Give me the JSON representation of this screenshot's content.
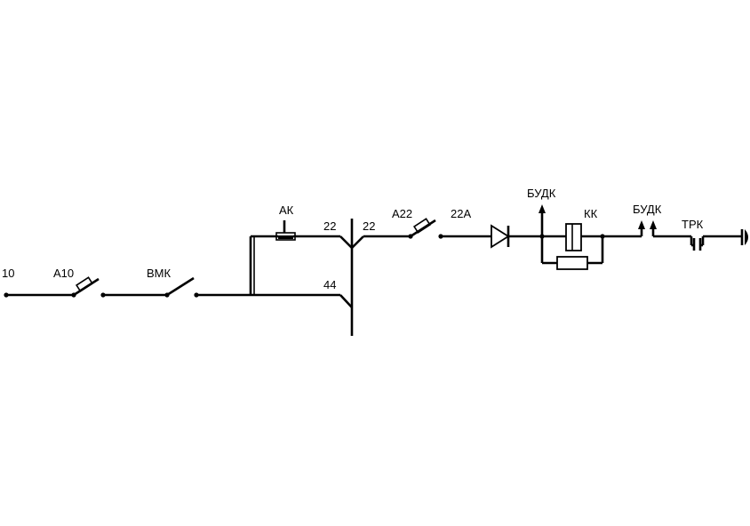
{
  "diagram": {
    "labels": {
      "wire_10": "10",
      "a10": "А10",
      "vmk": "ВМК",
      "ak": "АК",
      "wire_22_left": "22",
      "wire_22_right": "22",
      "wire_44": "44",
      "a22": "А22",
      "wire_22a": "22А",
      "budk_1": "БУДК",
      "kk": "КК",
      "budk_2": "БУДК",
      "trk": "ТРК"
    }
  }
}
